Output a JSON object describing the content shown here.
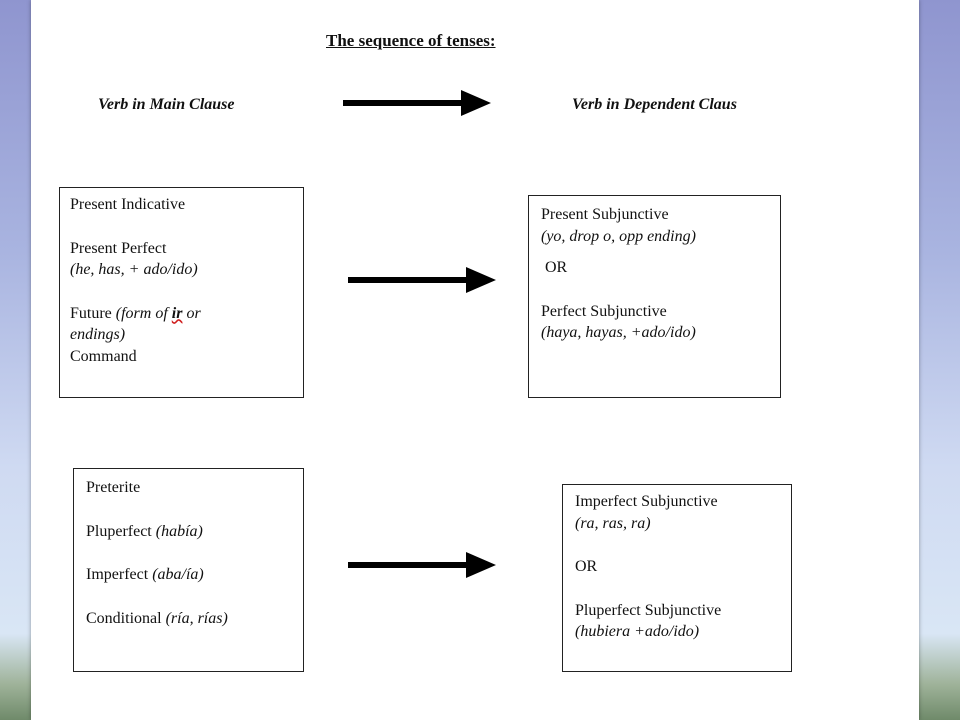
{
  "title": "The sequence  of tenses:",
  "headers": {
    "main_clause": "Verb in Main Clause",
    "dependent_clause": "Verb in Dependent Claus"
  },
  "group1": {
    "main": {
      "present_indicative": "Present Indicative",
      "present_perfect": "Present Perfect",
      "present_perfect_note": "(he, has, + ado/ido)",
      "future": "Future ",
      "future_note_1": "(form of ",
      "future_note_ir": "ir",
      "future_note_2": " or",
      "future_note_3": "endings)",
      "command": "Command"
    },
    "dependent": {
      "present_subjunctive": "Present Subjunctive",
      "present_subjunctive_note": "(yo, drop o, opp ending)",
      "or": "OR",
      "perfect_subjunctive": "Perfect Subjunctive",
      "perfect_subjunctive_note": "(haya, hayas, +ado/ido)"
    }
  },
  "group2": {
    "main": {
      "preterite": "Preterite",
      "pluperfect": "Pluperfect ",
      "pluperfect_note": "(había)",
      "imperfect": "Imperfect ",
      "imperfect_note": "(aba/ía)",
      "conditional": "Conditional ",
      "conditional_note": "(ría, rías)"
    },
    "dependent": {
      "imperfect_subjunctive": "Imperfect Subjunctive",
      "imperfect_subjunctive_note": "(ra, ras, ra)",
      "or": "OR",
      "pluperfect_subjunctive": "Pluperfect Subjunctive",
      "pluperfect_subjunctive_note": "(hubiera +ado/ido)"
    }
  },
  "colors": {
    "border": "#222222",
    "arrow": "#000000",
    "spellcheck_red": "#d02020",
    "grammar_green": "#2a8a2a"
  }
}
